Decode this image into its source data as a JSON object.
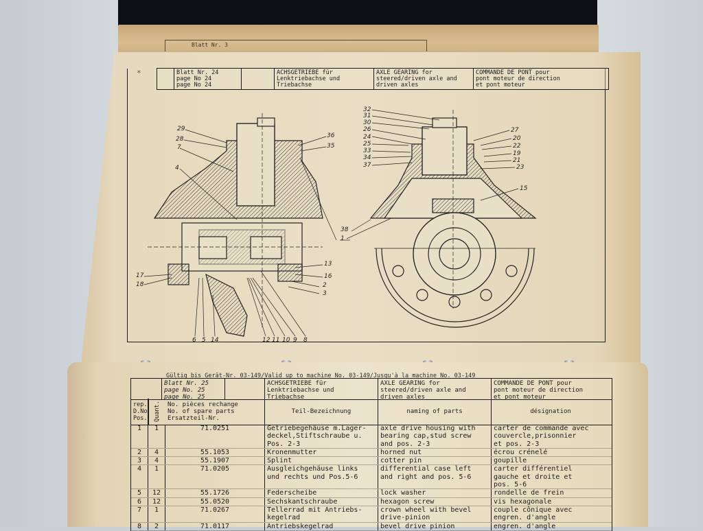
{
  "scene": {
    "description": "Photograph of an open spare-parts catalog binder"
  },
  "back_stack": {
    "tab_text": "Blatt Nr. 3"
  },
  "top_page": {
    "header": {
      "sheet": [
        "Blatt Nr.  24",
        "page No    24",
        "page No    24"
      ],
      "german": [
        "ACHSGETRIEBE für",
        "Lenktriebachse und",
        "Triebachse"
      ],
      "english": [
        "AXLE GEARING for",
        "steered/driven axle and",
        "driven axles"
      ],
      "french": [
        "COMMANDE DE PONT pour",
        "pont moteur de direction",
        "et pont moteur"
      ]
    },
    "drawing": {
      "left_view_labels": [
        "29",
        "28",
        "7",
        "4",
        "36",
        "35",
        "38",
        "1",
        "13",
        "16",
        "2",
        "3",
        "17",
        "18",
        "6",
        "5",
        "14",
        "12",
        "11",
        "10",
        "9",
        "8"
      ],
      "right_view_labels": [
        "32",
        "31",
        "30",
        "26",
        "24",
        "25",
        "33",
        "34",
        "37",
        "27",
        "20",
        "22",
        "19",
        "21",
        "23",
        "15"
      ]
    }
  },
  "bottom_page": {
    "validity": "Gültig bis Gerät-Nr. 03-149/Valid up to machine No. 03-149/Jusqu'à la machine No. 03-149",
    "header": {
      "sheet": [
        "Blatt Nr. 25",
        "page No. 25",
        "page No. 25"
      ],
      "german": [
        "ACHSGETRIEBE für",
        "Lenktriebachse und",
        "Triebachse"
      ],
      "english": [
        "AXLE GEARING for",
        "steered/driven axle and",
        "driven axles"
      ],
      "french": [
        "COMMANDE DE PONT pour",
        "pont moteur de direction",
        "et pont moteur"
      ]
    },
    "columns": {
      "pos": "rep.\nD.No\nPos.",
      "qty": "Quant.",
      "part_no": "No. pièces rechange\nNo. of spare parts\nErsatzteil-Nr.",
      "german": "Teil-Bezeichnung",
      "english": "naming of parts",
      "french": "désignation"
    },
    "rows": [
      {
        "pos": "1",
        "qty": "1",
        "part": "71.0251",
        "de": "Getriebegehäuse m.Lager-\ndeckel,Stiftschraube u.\nPos. 2-3",
        "en": "axle drive housing with\nbearing cap,stud screw\nand pos. 2-3",
        "fr": "carter de commande avec\ncouvercle,prisonnier\net pos. 2-3"
      },
      {
        "pos": "2",
        "qty": "4",
        "part": "55.1053",
        "de": "Kronenmutter",
        "en": "horned nut",
        "fr": "écrou crénelé"
      },
      {
        "pos": "3",
        "qty": "4",
        "part": "55.1907",
        "de": "Splint",
        "en": "cotter pin",
        "fr": "goupille"
      },
      {
        "pos": "4",
        "qty": "1",
        "part": "71.0205",
        "de": "Ausgleichgehäuse links\nund rechts und Pos.5-6\n",
        "en": "differential case left\nand right and pos. 5-6\n",
        "fr": "carter différentiel\ngauche et droite et\npos. 5-6"
      },
      {
        "pos": "5",
        "qty": "12",
        "part": "55.1726",
        "de": "Federscheibe",
        "en": "lock washer",
        "fr": "rondelle de frein"
      },
      {
        "pos": "6",
        "qty": "12",
        "part": "55.0520",
        "de": "Sechskantschraube",
        "en": "hexagon screw",
        "fr": "vis hexagonale"
      },
      {
        "pos": "7",
        "qty": "1",
        "part": "71.0267",
        "de": "Tellerrad mit Antriebs-\nkegelrad",
        "en": "crown wheel with bevel\ndrive-pinion",
        "fr": "couple cônique avec\nengren. d'angle"
      },
      {
        "pos": "8",
        "qty": "2",
        "part": "71.0117",
        "de": "Antriebskegelrad",
        "en": "bevel drive pinion",
        "fr": "engren. d'angle"
      }
    ]
  }
}
